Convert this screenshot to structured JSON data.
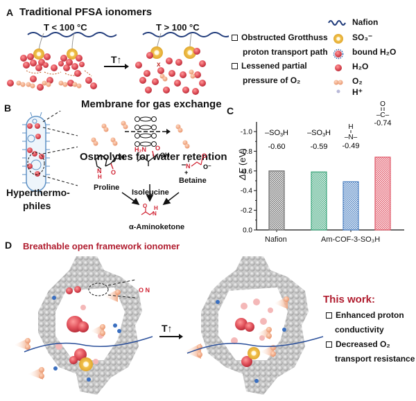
{
  "panelA": {
    "letter": "A",
    "title": "Traditional PFSA ionomers",
    "left_condition": "T < 100 °C",
    "right_condition": "T > 100 °C",
    "arrow_label": "T↑",
    "issues": [
      {
        "line1": "Obstructed Grotthuss",
        "line2": "proton transport path"
      },
      {
        "line1": "Lessened partial",
        "line2": "pressure of O₂"
      }
    ],
    "legend": [
      {
        "icon": "nafion-chain-icon",
        "label": "Nafion"
      },
      {
        "icon": "so3-circle-icon",
        "label": "SO₃⁻"
      },
      {
        "icon": "bound-water-icon",
        "label": "bound H₂O"
      },
      {
        "icon": "water-icon",
        "label": "H₂O"
      },
      {
        "icon": "oxygen-icon",
        "label": "O₂"
      },
      {
        "icon": "proton-icon",
        "label": "H⁺"
      }
    ]
  },
  "panelB": {
    "letter": "B",
    "membrane_label": "Membrane for gas exchange",
    "osmolytes_label": "Osmolytes for water retention",
    "organism_label_line1": "Hyperthermo-",
    "organism_label_line2": "philes",
    "molecules": {
      "proline": "Proline",
      "isoleucine": "Isoleucine",
      "betaine": "Betaine",
      "product": "α-Aminoketone",
      "oh": "OH",
      "h2n": "H₂N",
      "nh": "H"
    }
  },
  "panelC": {
    "letter": "C"
  },
  "panelD": {
    "letter": "D",
    "title": "Breathable open framework ionomer",
    "arrow_label": "T↑",
    "this_work_title": "This work:",
    "benefits": [
      {
        "line1": "Enhanced proton",
        "line2": "conductivity"
      },
      {
        "line1": "Decreased O₂",
        "line2": "transport resistance"
      }
    ]
  },
  "colors": {
    "nafion_blue": "#1f3a7a",
    "water_red": "#e0505a",
    "oxygen_peach": "#f0a884",
    "so3_yellow": "#f2c24e",
    "title_red": "#b01c2e",
    "bar_gray": "#6b6b6b",
    "bar_green": "#3aa57a",
    "bar_blue": "#4a7fc0",
    "bar_red": "#e05566"
  },
  "chart_data": {
    "type": "bar",
    "title": "",
    "xlabel": "",
    "ylabel": "ΔE (eV)",
    "ylim": [
      0.0,
      -1.1
    ],
    "yticks": [
      "0.0",
      "-0.2",
      "-0.4",
      "-0.6",
      "-0.8",
      "-1.0"
    ],
    "ytick_values": [
      0.0,
      -0.2,
      -0.4,
      -0.6,
      -0.8,
      -1.0
    ],
    "groups": [
      {
        "label": "Nafion",
        "bars": [
          0
        ]
      },
      {
        "label": "Am-COF-3-SO₃H",
        "bars": [
          1,
          2,
          3
        ]
      }
    ],
    "bars": [
      {
        "group": "Nafion",
        "site": "–SO₃H",
        "value": -0.6,
        "label": "-0.60",
        "color": "#6b6b6b"
      },
      {
        "group": "Am-COF-3-SO₃H",
        "site": "–SO₃H",
        "value": -0.59,
        "label": "-0.59",
        "color": "#3aa57a"
      },
      {
        "group": "Am-COF-3-SO₃H",
        "site": "–N(H)–",
        "value": -0.49,
        "label": "-0.49",
        "color": "#4a7fc0"
      },
      {
        "group": "Am-COF-3-SO₃H",
        "site": "–C(=O)–",
        "value": -0.74,
        "label": "-0.74",
        "color": "#e05566"
      }
    ],
    "grid": false,
    "legend": "none"
  }
}
